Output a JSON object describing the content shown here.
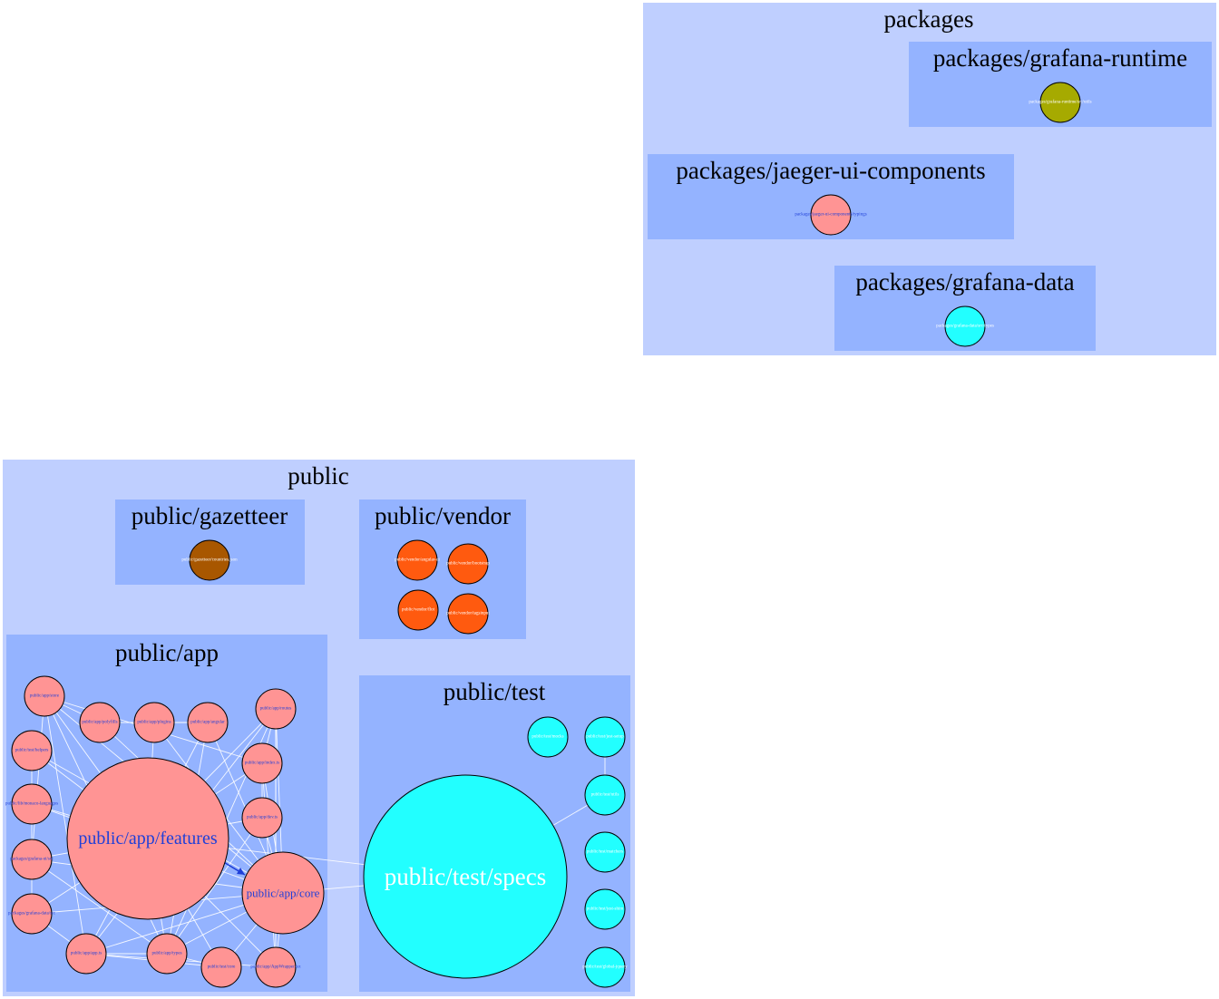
{
  "colors": {
    "outer_cluster": "#bfcfff",
    "inner_cluster": "#94b3ff",
    "app_node": "#ff9494",
    "test_node": "#22ffff",
    "vendor_node": "#ff5a0f",
    "gazetteer_node": "#a85700",
    "runtime_node": "#a6aa00",
    "blue_label": "#1f3fd8",
    "white_label": "#ffffff"
  },
  "clusters": {
    "packages": "packages",
    "grafana_runtime": "packages/grafana-runtime",
    "jaeger_ui": "packages/jaeger-ui-components",
    "grafana_data": "packages/grafana-data",
    "public": "public",
    "gazetteer": "public/gazetteer",
    "vendor": "public/vendor",
    "app": "public/app",
    "test": "public/test"
  },
  "nodes": {
    "runtime_utils": "packages/grafana-runtime/src/utils",
    "jaeger_typings": "packages/jaeger-ui-components/typings",
    "data_types": "packages/grafana-data/src/types",
    "gazetteer_json": "public/gazetteer/countries.json",
    "vendor_angular": "public/vendor/angular-ui",
    "vendor_bootstrap": "public/vendor/bootstrap",
    "vendor_flot": "public/vendor/flot",
    "vendor_tagsinput": "public/vendor/tagsinput",
    "app_store": "public/app/store",
    "app_polyfills": "public/app/polyfills",
    "app_plugins": "public/app/plugins",
    "app_angular": "public/app/angular",
    "app_routes": "public/app/routes",
    "test_helpers": "public/test/helpers",
    "app_index": "public/app/index.ts",
    "prism_languages": "public/lib/monaco-languages",
    "app_dev": "public/app/dev.ts",
    "grafana_ui": "packages/grafana-ui/src",
    "grafana_data_src": "packages/grafana-data/src",
    "app_features": "public/app/features",
    "app_core": "public/app/core",
    "app_app": "public/app/app.ts",
    "app_types": "public/app/types",
    "test_core": "public/test/core",
    "app_wrapper": "public/app/AppWrapper.tsx",
    "test_specs": "public/test/specs",
    "test_mocks": "public/test/mocks",
    "test_jest": "public/test/jest-setup",
    "test_utils": "public/test/utils",
    "test_matchers": "public/test/matchers",
    "test_shims": "public/test/jest-shim",
    "test_global": "public/test/global-jquery"
  }
}
